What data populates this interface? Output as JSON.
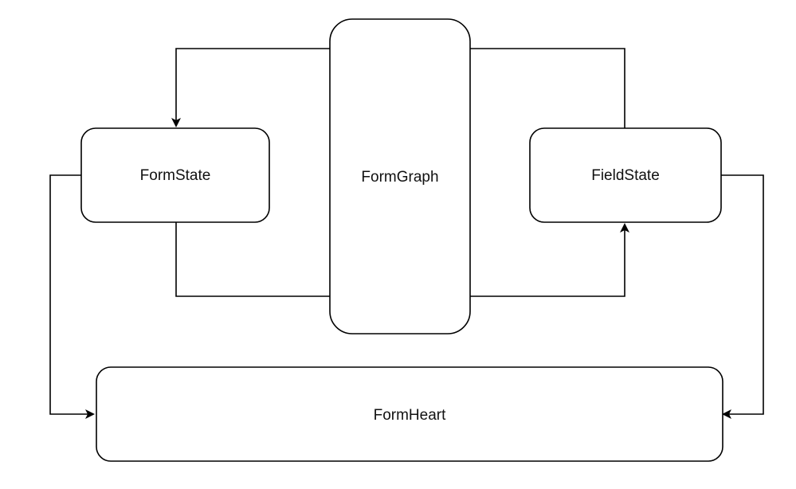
{
  "diagram": {
    "nodes": {
      "form_graph": {
        "label": "FormGraph"
      },
      "form_state": {
        "label": "FormState"
      },
      "field_state": {
        "label": "FieldState"
      },
      "form_heart": {
        "label": "FormHeart"
      }
    },
    "edges": [
      {
        "from": "FormGraph",
        "to": "FormState",
        "arrow": true
      },
      {
        "from": "FormGraph",
        "to": "FieldState",
        "arrow": false
      },
      {
        "from": "FormState",
        "to": "FormGraph",
        "arrow": false
      },
      {
        "from": "FormGraph",
        "to": "FieldState",
        "arrow": true
      },
      {
        "from": "FormState",
        "to": "FormHeart",
        "arrow": true
      },
      {
        "from": "FieldState",
        "to": "FormHeart",
        "arrow": true
      }
    ]
  }
}
